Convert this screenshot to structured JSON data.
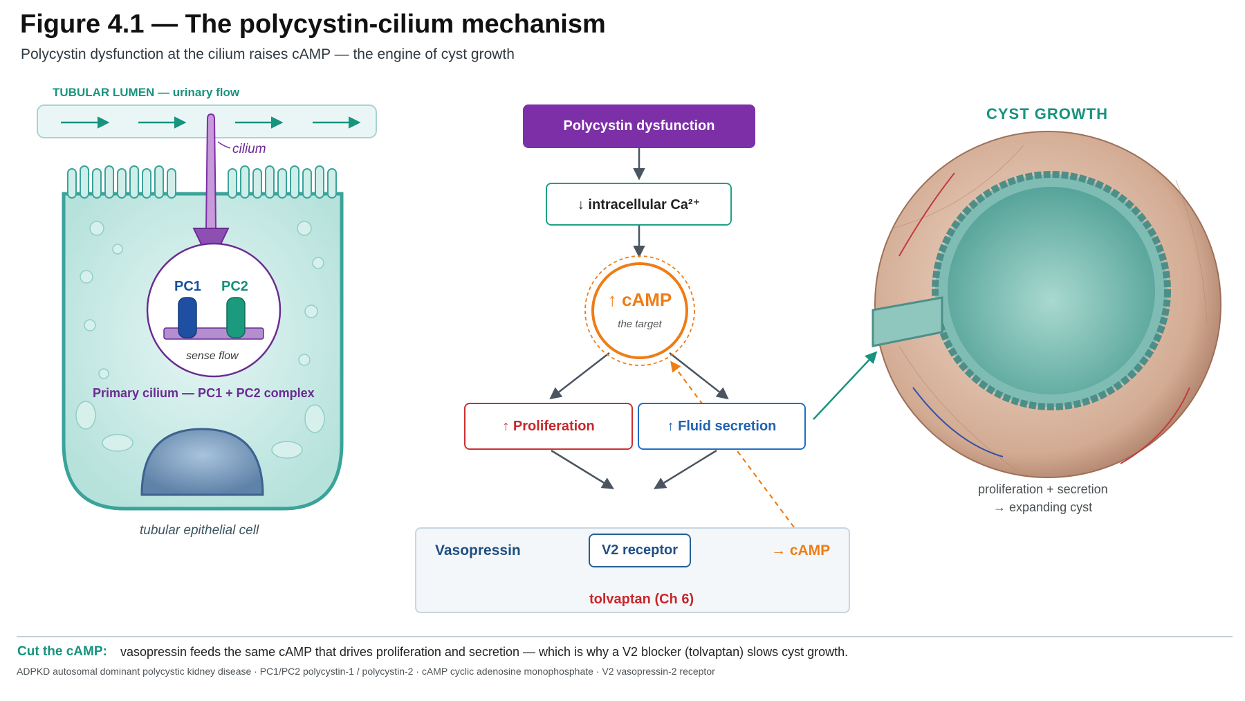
{
  "figure": {
    "title": "Figure 4.1 — The polycystin-cilium mechanism",
    "subtitle": "Polycystin dysfunction at the cilium raises cAMP — the engine of cyst growth"
  },
  "cell_panel": {
    "lumen_label": "TUBULAR LUMEN — urinary flow",
    "cilium_label": "cilium",
    "pc1_label": "PC1",
    "pc2_label": "PC2",
    "sense_label": "sense flow",
    "complex_label": "Primary cilium — PC1 + PC2 complex",
    "caption": "tubular epithelial cell"
  },
  "pathway": {
    "dysfunction": "Polycystin dysfunction",
    "calcium": "↓ intracellular Ca²⁺",
    "camp": "↑ cAMP",
    "camp_note": "the target",
    "proliferation": "↑ Proliferation",
    "fluid_secretion": "↑ Fluid secretion"
  },
  "vasopressin": {
    "source": "Vasopressin",
    "receptor": "V2 receptor",
    "product": "→ cAMP",
    "blocker": "tolvaptan (Ch 6)"
  },
  "cyst_panel": {
    "title": "CYST GROWTH",
    "caption_line1": "proliferation + secretion",
    "caption_line2": "→ expanding cyst"
  },
  "footer": {
    "lead": "Cut the cAMP:",
    "text": "vasopressin feeds the same cAMP that drives proliferation and secretion — which is why a V2 blocker (tolvaptan) slows cyst growth.",
    "abbreviations": "ADPKD autosomal dominant polycystic kidney disease · PC1/PC2 polycystin-1 / polycystin-2 · cAMP cyclic adenosine monophosphate · V2 vasopressin-2 receptor"
  },
  "colors": {
    "teal": "#17937e",
    "purple": "#7c2fa6",
    "orange": "#ee7d16",
    "red": "#c8272b",
    "blue": "#1f62b4"
  }
}
